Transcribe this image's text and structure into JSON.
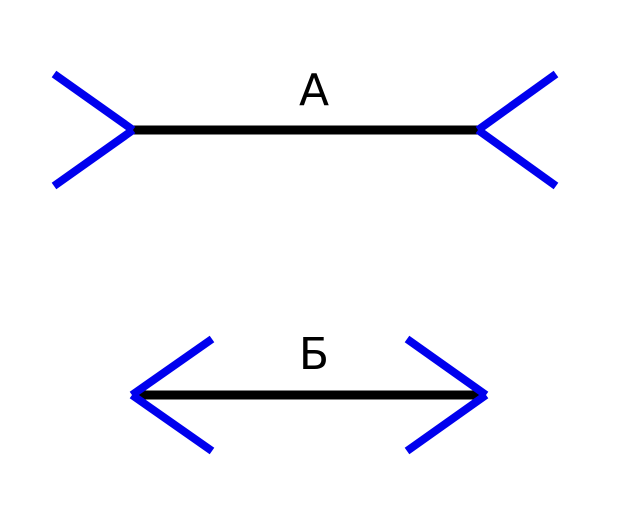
{
  "figures": [
    {
      "label": "А",
      "arrowheads": "outward-fins"
    },
    {
      "label": "Б",
      "arrowheads": "inward-arrows"
    }
  ],
  "colors": {
    "shaft": "#000000",
    "fins": "#0000ee",
    "background": "#ffffff"
  }
}
